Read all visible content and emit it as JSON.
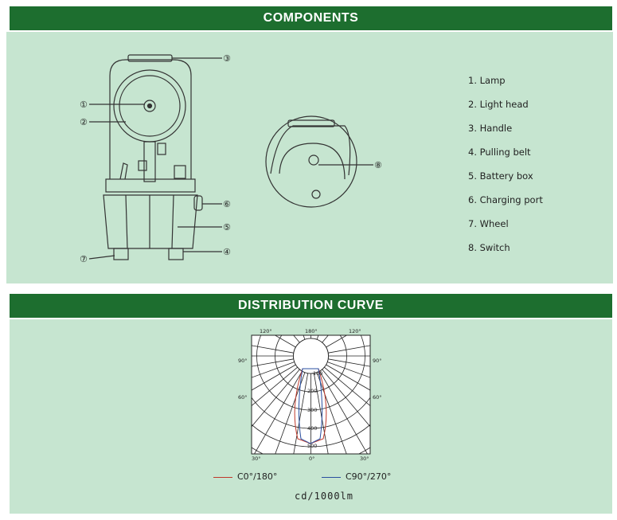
{
  "components": {
    "title": "COMPONENTS",
    "parts": [
      "1. Lamp",
      "2. Light head",
      "3. Handle",
      "4. Pulling belt",
      "5. Battery box",
      "6. Charging port",
      "7. Wheel",
      "8. Switch"
    ],
    "callouts": [
      "①",
      "②",
      "③",
      "④",
      "⑤",
      "⑥",
      "⑦",
      "⑧"
    ]
  },
  "distribution": {
    "title": "DISTRIBUTION CURVE",
    "angle_labels": {
      "top_left": "120°",
      "top_center": "180°",
      "top_right": "120°",
      "left_upper": "90°",
      "right_upper": "90°",
      "left_lower": "60°",
      "right_lower": "60°",
      "bottom_left": "30°",
      "bottom_center": "0°",
      "bottom_right": "30°"
    },
    "radial_labels": [
      "100",
      "200",
      "300",
      "400",
      "500"
    ],
    "series": [
      {
        "name": "C0°/180°",
        "color": "#c0392b"
      },
      {
        "name": "C90°/270°",
        "color": "#2a4fa0"
      }
    ],
    "unit": "cd/1000lm"
  }
}
